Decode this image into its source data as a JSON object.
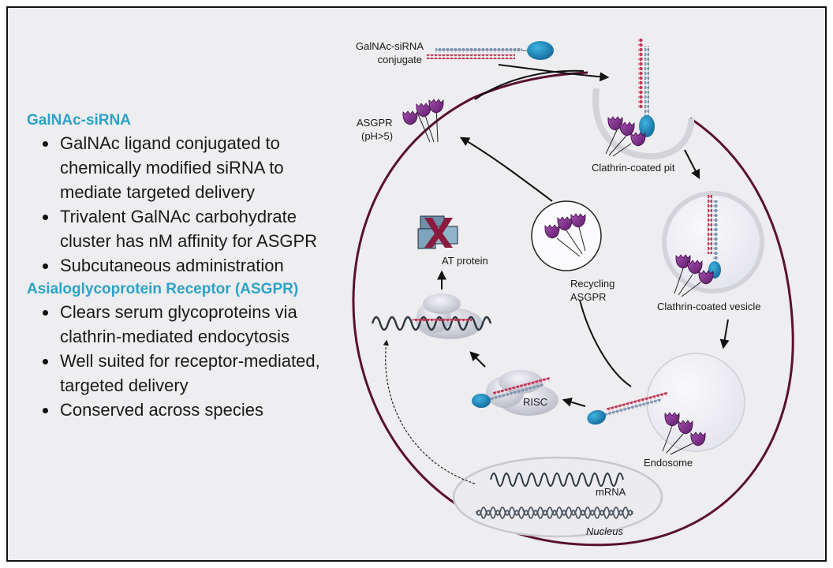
{
  "left_panel": {
    "section1": {
      "heading": "GalNAc-siRNA",
      "bullets": [
        "GalNAc ligand conjugated to chemically modified siRNA to mediate targeted delivery",
        "Trivalent GalNAc carbohydrate cluster has nM affinity for ASGPR",
        "Subcutaneous administration"
      ]
    },
    "section2": {
      "heading": "Asialoglycoprotein Receptor (ASGPR)",
      "bullets": [
        "Clears serum glycoproteins via clathrin-mediated endocytosis",
        "Well suited for receptor-mediated, targeted delivery",
        "Conserved across species"
      ]
    }
  },
  "diagram": {
    "labels": {
      "conjugate_line1": "GalNAc-siRNA",
      "conjugate_line2": "conjugate",
      "asgpr_line1": "ASGPR",
      "asgpr_line2": "(pH>5)",
      "pit": "Clathrin-coated pit",
      "vesicle": "Clathrin-coated vesicle",
      "recycling_line1": "Recycling",
      "recycling_line2": "ASGPR",
      "at_protein": "AT protein",
      "risc": "RISC",
      "endosome": "Endosome",
      "mrna": "mRNA",
      "nucleus": "Nucleus"
    },
    "colors": {
      "heading": "#2aa3c9",
      "cell_membrane": "#5a1030",
      "receptor": "#7b2a86",
      "ligand": "#1f86b8",
      "sense_strand": "#c23a5a",
      "antisense_strand": "#7d94b0"
    }
  }
}
